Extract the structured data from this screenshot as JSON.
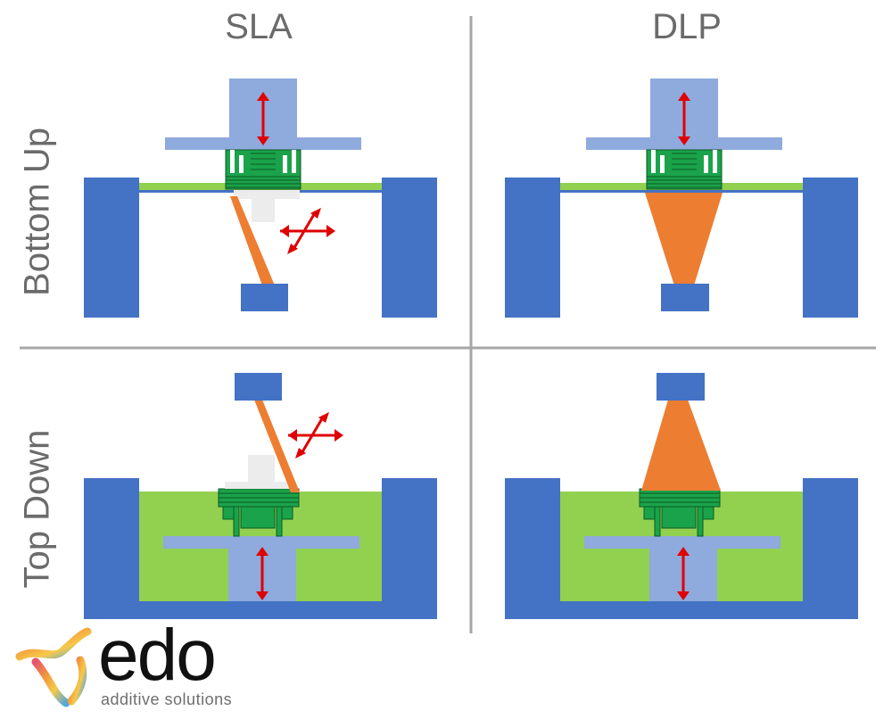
{
  "columns": {
    "sla": "SLA",
    "dlp": "DLP"
  },
  "rows": {
    "bottom_up": "Bottom Up",
    "top_down": "Top Down"
  },
  "logo": {
    "word": "edo",
    "tagline": "additive solutions"
  },
  "colors": {
    "frame_blue": "#4472c4",
    "light_blue": "#8faadc",
    "resin_green": "#92d050",
    "part_green": "#1aa34a",
    "laser_orange": "#ed7d31",
    "arrow_red": "#e00000",
    "divider_gray": "#a6a6a6",
    "label_gray": "#6b6b6b",
    "support_gray": "#ececec"
  }
}
